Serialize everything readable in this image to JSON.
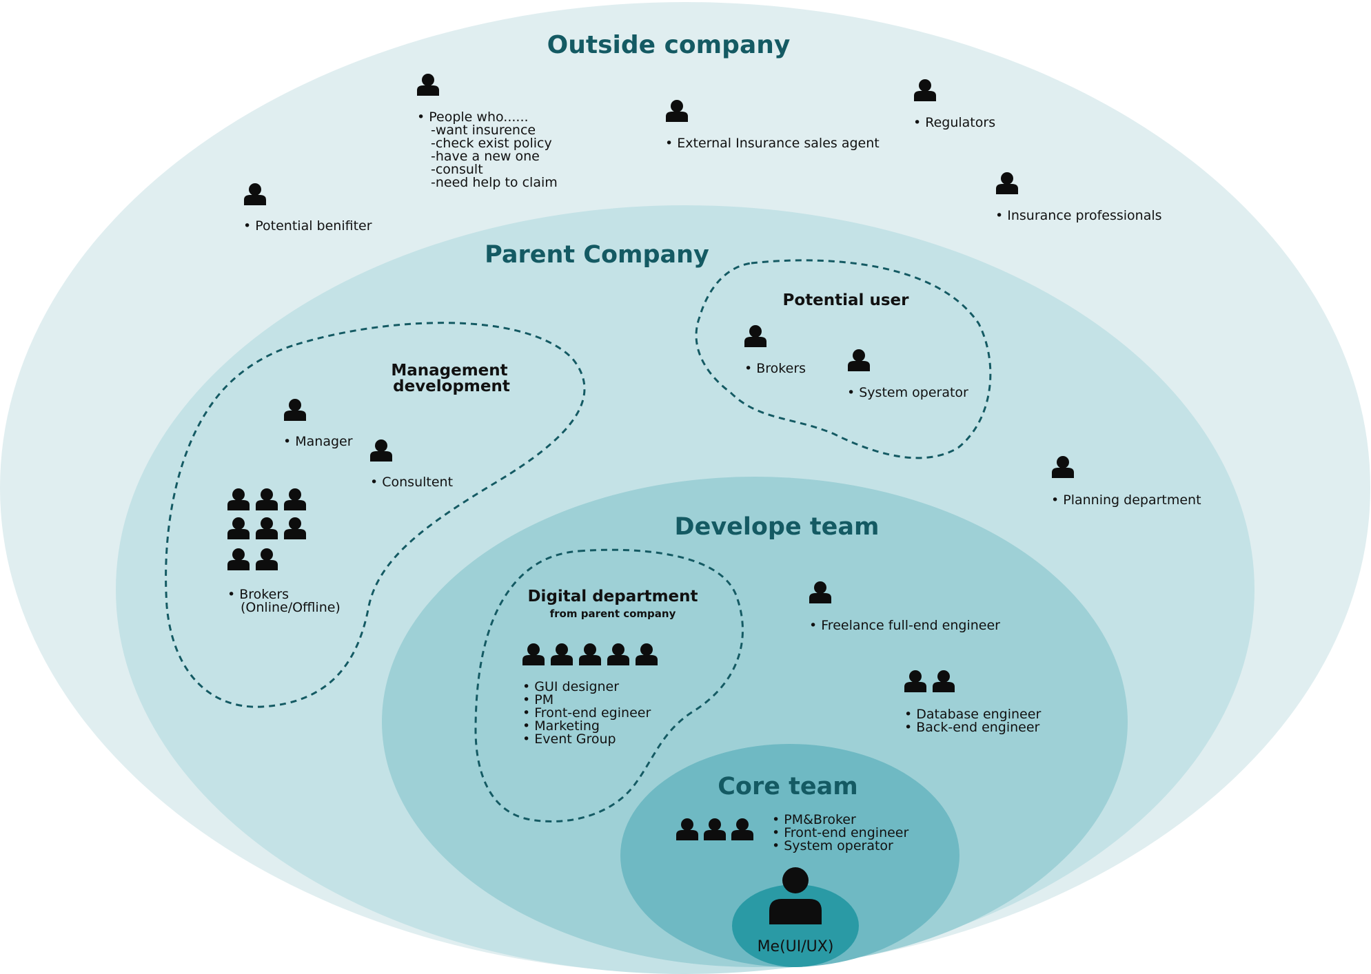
{
  "colors": {
    "outside_ring": "#e0eef0",
    "parent_ring": "#c4e2e6",
    "develop_ring": "#9ed0d6",
    "core_ring": "#6fb9c3",
    "me_ring": "#2a9aa5",
    "title": "#145a63",
    "icon": "#0d0d0d",
    "dashed_outline": "#145a63"
  },
  "icons": {
    "person": "person-icon"
  },
  "rings": {
    "outside": {
      "title": "Outside company"
    },
    "parent": {
      "title": "Parent Company"
    },
    "develop": {
      "title": "Develope team"
    },
    "core": {
      "title": "Core team"
    },
    "me": {
      "label": "Me(UI/UX)"
    }
  },
  "outside": {
    "people": {
      "bullet": "People who......",
      "lines": [
        "-want insurence",
        "-check exist policy",
        "-have a new one",
        "-consult",
        "-need help to claim"
      ]
    },
    "external_agent": "External Insurance sales agent",
    "regulators": "Regulators",
    "potential_benefiter": "Potential benifiter",
    "insurance_professionals": "Insurance professionals"
  },
  "parent": {
    "management": {
      "title_lines": [
        "Management",
        "development"
      ],
      "manager": "Manager",
      "consultent": "Consultent",
      "brokers_lines": [
        "Brokers",
        "(Online/Offline)"
      ]
    },
    "potential_user": {
      "title": "Potential user",
      "brokers": "Brokers",
      "system_operator": "System operator"
    },
    "planning": "Planning department"
  },
  "develop": {
    "digital": {
      "title": "Digital department",
      "subtitle": "from parent company",
      "roles": [
        "GUI designer",
        "PM",
        "Front-end egineer",
        "Marketing",
        "Event Group"
      ]
    },
    "freelance": "Freelance full-end engineer",
    "engineers": [
      "Database engineer",
      "Back-end engineer"
    ]
  },
  "core": {
    "roles": [
      "PM&Broker",
      "Front-end engineer",
      "System operator"
    ]
  }
}
